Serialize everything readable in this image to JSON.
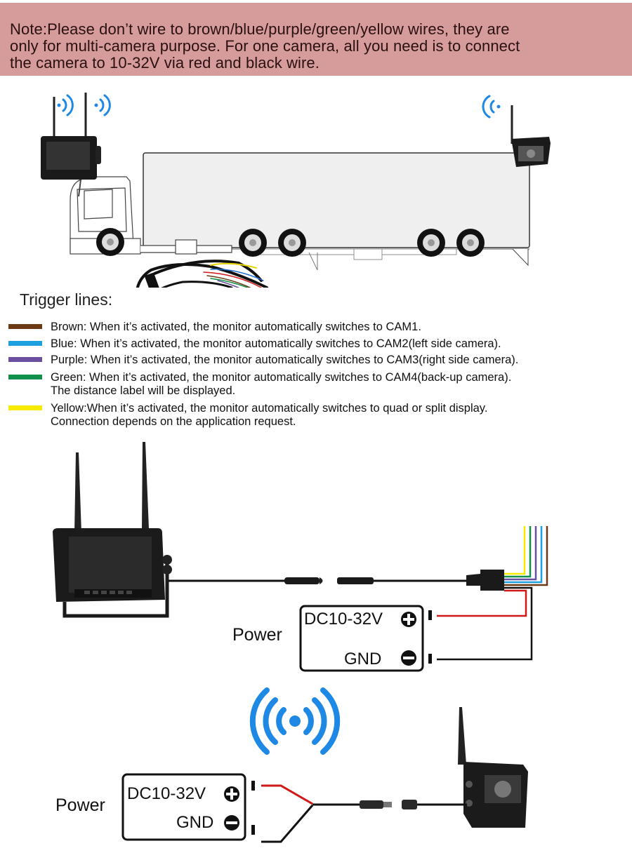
{
  "note": {
    "lines": [
      "Note:Please don’t wire to brown/blue/purple/green/yellow wires, they are",
      "only for multi-camera purpose. For one camera, all you need is to connect",
      "the camera to 10-32V via red and black wire."
    ],
    "background": "#d69c9c"
  },
  "top_illustration": {
    "icons": [
      "monitor-icon",
      "camera-icon",
      "truck-trailer-icon",
      "wifi-signal-icon",
      "cable-harness-icon"
    ]
  },
  "trigger": {
    "title": "Trigger lines:",
    "items": [
      {
        "color_name": "brown",
        "color": "#6b3a14",
        "lines": [
          "Brown: When it’s activated, the monitor automatically switches to CAM1."
        ]
      },
      {
        "color_name": "blue",
        "color": "#1ea0e0",
        "lines": [
          "Blue: When it’s activated, the monitor automatically switches to CAM2(left side camera)."
        ]
      },
      {
        "color_name": "purple",
        "color": "#6a4ea0",
        "lines": [
          "Purple: When it’s activated, the monitor automatically switches to CAM3(right side camera)."
        ]
      },
      {
        "color_name": "green",
        "color": "#10904a",
        "lines": [
          "Green: When it’s activated, the monitor automatically switches to CAM4(back-up camera).",
          "The distance label will be displayed."
        ]
      },
      {
        "color_name": "yellow",
        "color": "#f5ea00",
        "lines": [
          "Yellow:When it’s activated, the monitor automatically switches to quad or split display.",
          "Connection depends on the application request."
        ]
      }
    ]
  },
  "monitor_wiring": {
    "power_label": "Power",
    "positive_label": "DC10-32V",
    "negative_label": "GND",
    "positive_wire_color": "#d01818",
    "negative_wire_color": "#111111"
  },
  "camera_wiring": {
    "power_label": "Power",
    "positive_label": "DC10-32V",
    "negative_label": "GND",
    "signal_color": "#1e88e5"
  }
}
